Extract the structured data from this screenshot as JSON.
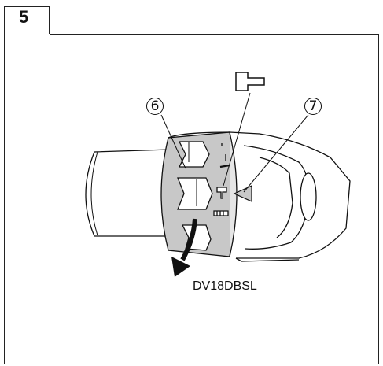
{
  "figure": {
    "step_number": "5",
    "model_name": "DV18DBSL",
    "callouts": {
      "collar": "6",
      "arrow_mark": "7"
    },
    "icons": {
      "hammer_mode": "hammer-icon",
      "rotate_arrow": "rotate-down-arrow-icon",
      "pointer": "triangle-pointer-icon"
    },
    "colors": {
      "ink": "#111111",
      "shade": "#c8c8c8",
      "light_shade": "#e6e6e6"
    }
  }
}
